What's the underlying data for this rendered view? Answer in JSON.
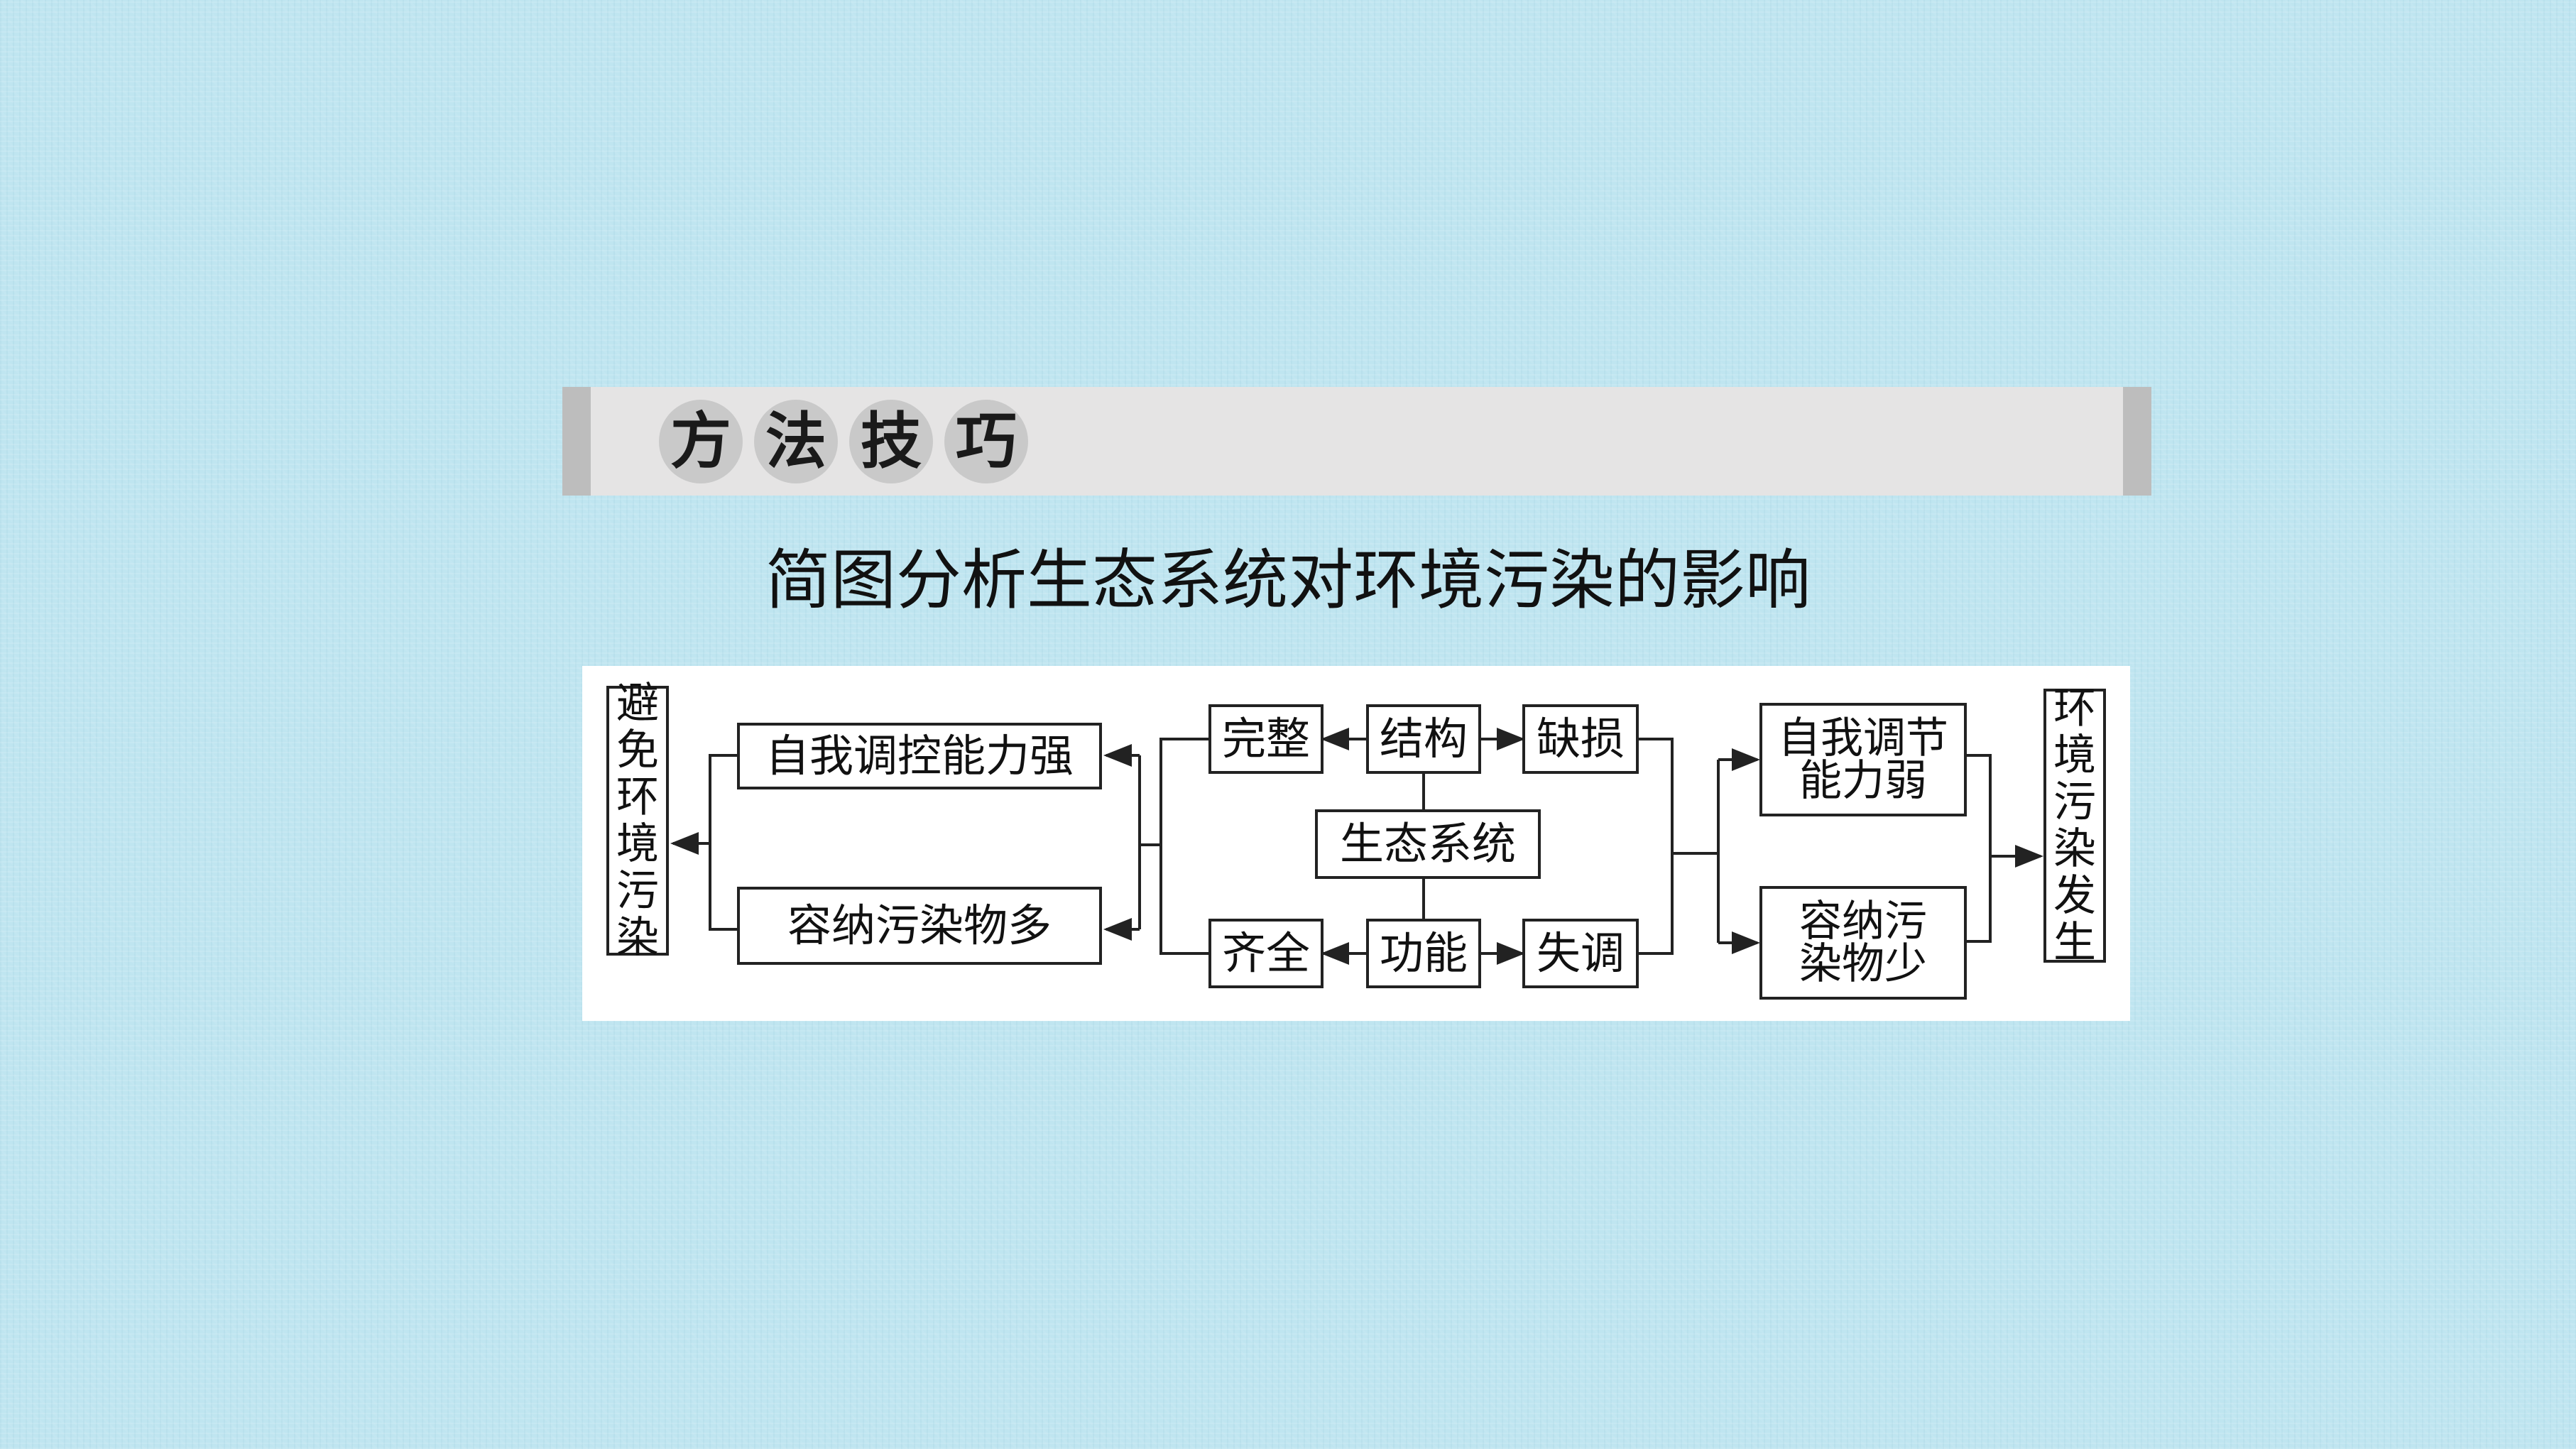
{
  "banner": {
    "chars": [
      "方",
      "法",
      "技",
      "巧"
    ],
    "band_color": "#e5e4e4",
    "edge_color": "#bdbdbd",
    "badge_color": "#c9c9c9"
  },
  "subtitle": "简图分析生态系统对环境污染的影响",
  "diagram": {
    "left_result": [
      "避",
      "免",
      "环",
      "境",
      "污",
      "染"
    ],
    "right_result": [
      "环",
      "境",
      "污",
      "染",
      "发",
      "生"
    ],
    "strong_regulation": "自我调控能力强",
    "much_capacity": "容纳污染物多",
    "intact": "完整",
    "structure": "结构",
    "defect": "缺损",
    "ecosystem": "生态系统",
    "complete": "齐全",
    "function": "功能",
    "imbalance": "失调",
    "weak_regulation": "自我调节\n能力弱",
    "little_capacity": "容纳污\n染物少"
  }
}
